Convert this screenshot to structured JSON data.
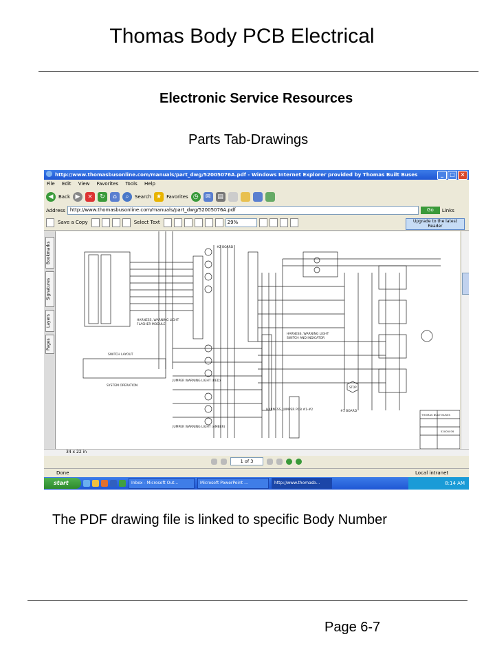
{
  "header": {
    "title": "Thomas Body PCB Electrical"
  },
  "content": {
    "section_title": "Electronic Service Resources",
    "subtitle": "Parts Tab-Drawings",
    "caption": "The PDF drawing file is linked to specific Body Number"
  },
  "footer": {
    "page_number": "Page 6-7"
  },
  "browser": {
    "window_title": "http://www.thomasbusonline.com/manuals/part_dwg/52005076A.pdf - Windows Internet Explorer provided by Thomas Built Buses",
    "menu": [
      "File",
      "Edit",
      "View",
      "Favorites",
      "Tools",
      "Help"
    ],
    "toolbar": {
      "back": "Back",
      "search": "Search",
      "favorites": "Favorites"
    },
    "address_label": "Address",
    "address_value": "http://www.thomasbusonline.com/manuals/part_dwg/52005076A.pdf",
    "go_label": "Go",
    "links_label": "Links",
    "reader": {
      "save_copy": "Save a Copy",
      "select_text": "Select Text",
      "zoom": "29%",
      "upgrade": "Upgrade to the latest Reader"
    },
    "side_tabs": [
      "Bookmarks",
      "Signatures",
      "Layers",
      "Pages"
    ],
    "page_size": "34 x 22 in",
    "page_indicator": "1 of 3",
    "status_done": "Done",
    "status_zone": "Local intranet",
    "taskbar": {
      "start": "start",
      "tasks": [
        "Inbox - Microsoft Out...",
        "Microsoft PowerPoint ...",
        "http://www.thomasb..."
      ],
      "clock": "8:14 AM"
    }
  },
  "drawing": {
    "labels": [
      "#2 BOARD",
      "HARNESS, WARNING LIGHT FLASHER MODULE",
      "HARNESS, WARNING LIGHT SWITCH AND INDICATOR",
      "SWITCH LAYOUT",
      "SYSTEM OPERATION",
      "JUMPER WARNING LIGHT (RED)",
      "JUMPER WARNING LIGHT (AMBER)",
      "HARNESS, JUMPER PCB #1-#2",
      "#1 BOARD",
      "STOP",
      "THOMAS BUILT BUSES",
      "52005076"
    ]
  }
}
